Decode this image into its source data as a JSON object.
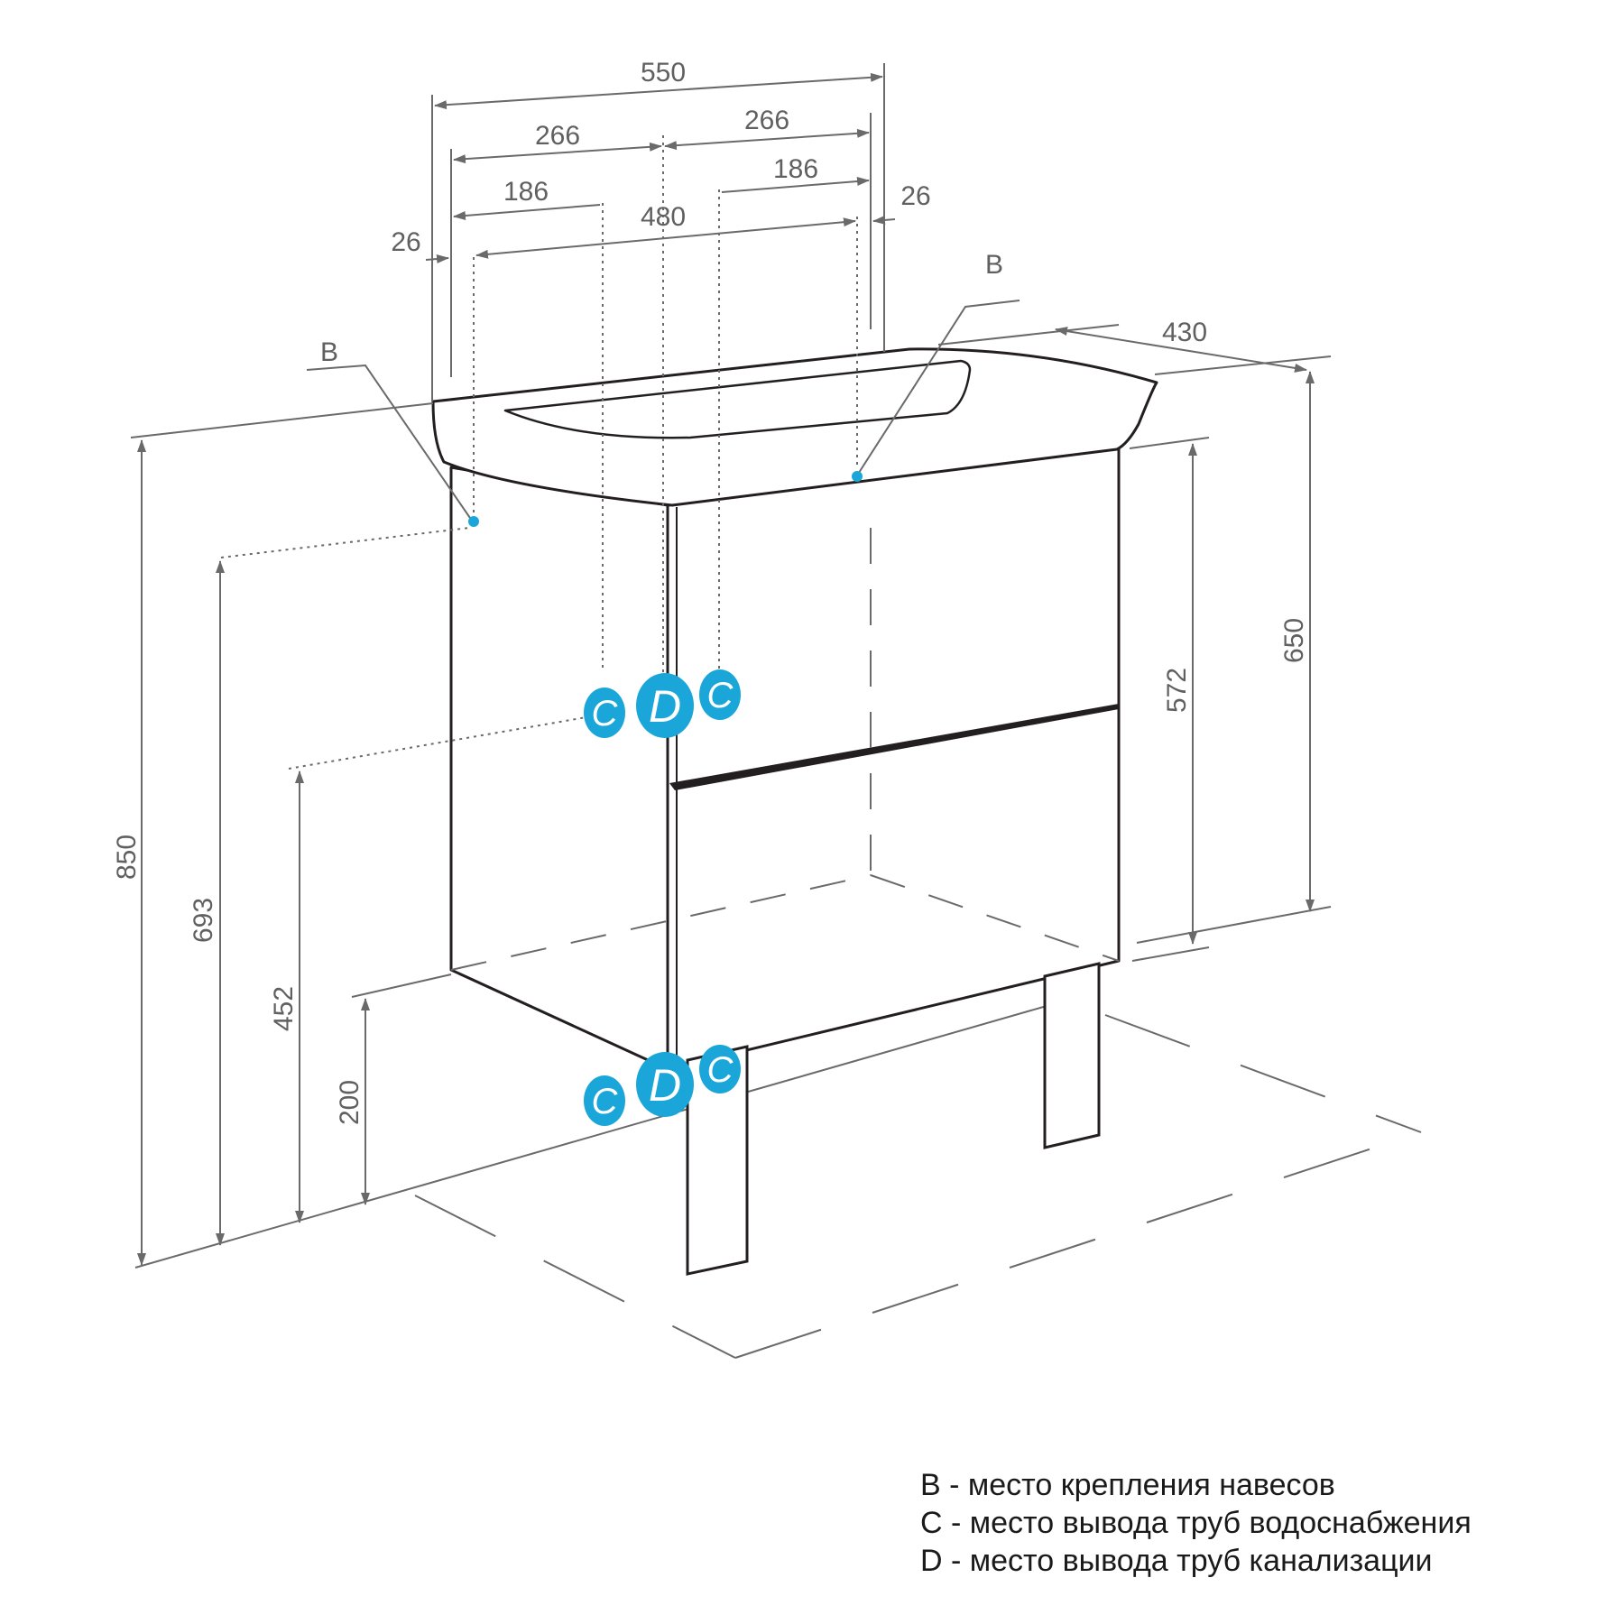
{
  "dimensions": {
    "overall_width": "550",
    "half_width_left": "266",
    "half_width_right": "266",
    "pipe_offset_left": "186",
    "pipe_offset_right": "186",
    "mount_spacing": "480",
    "edge_offset_left": "26",
    "edge_offset_right": "26",
    "depth": "430",
    "total_height": "850",
    "mount_height": "693",
    "supply_height": "452",
    "leg_height": "200",
    "cabinet_height": "572",
    "side_height": "650"
  },
  "markers": {
    "mount_label_left": "B",
    "mount_label_right": "B",
    "supply_upper_left": "C",
    "drain_upper": "D",
    "supply_upper_right": "C",
    "supply_lower_left": "C",
    "drain_lower": "D",
    "supply_lower_right": "C"
  },
  "legend": {
    "b": "В - место крепления навесов",
    "c": "С - место вывода труб водоснабжения",
    "d": "D - место вывода труб канализации"
  },
  "colors": {
    "marker": "#1aa6d8",
    "line": "#231f20",
    "dimension": "#7a7a7a"
  }
}
